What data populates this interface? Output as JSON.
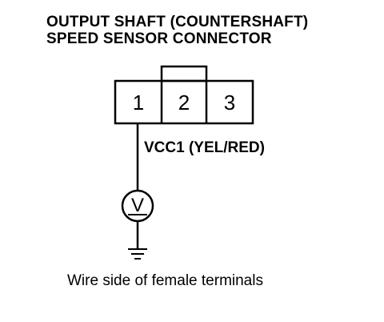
{
  "title": {
    "line1": "OUTPUT SHAFT (COUNTERSHAFT)",
    "line2": "SPEED SENSOR CONNECTOR"
  },
  "connector": {
    "pins": [
      "1",
      "2",
      "3"
    ]
  },
  "wire": {
    "label": "VCC1 (YEL/RED)"
  },
  "meter": {
    "symbol": "V",
    "icon": "voltmeter-icon"
  },
  "ground": {
    "icon": "ground-icon"
  },
  "caption": "Wire side of female terminals"
}
